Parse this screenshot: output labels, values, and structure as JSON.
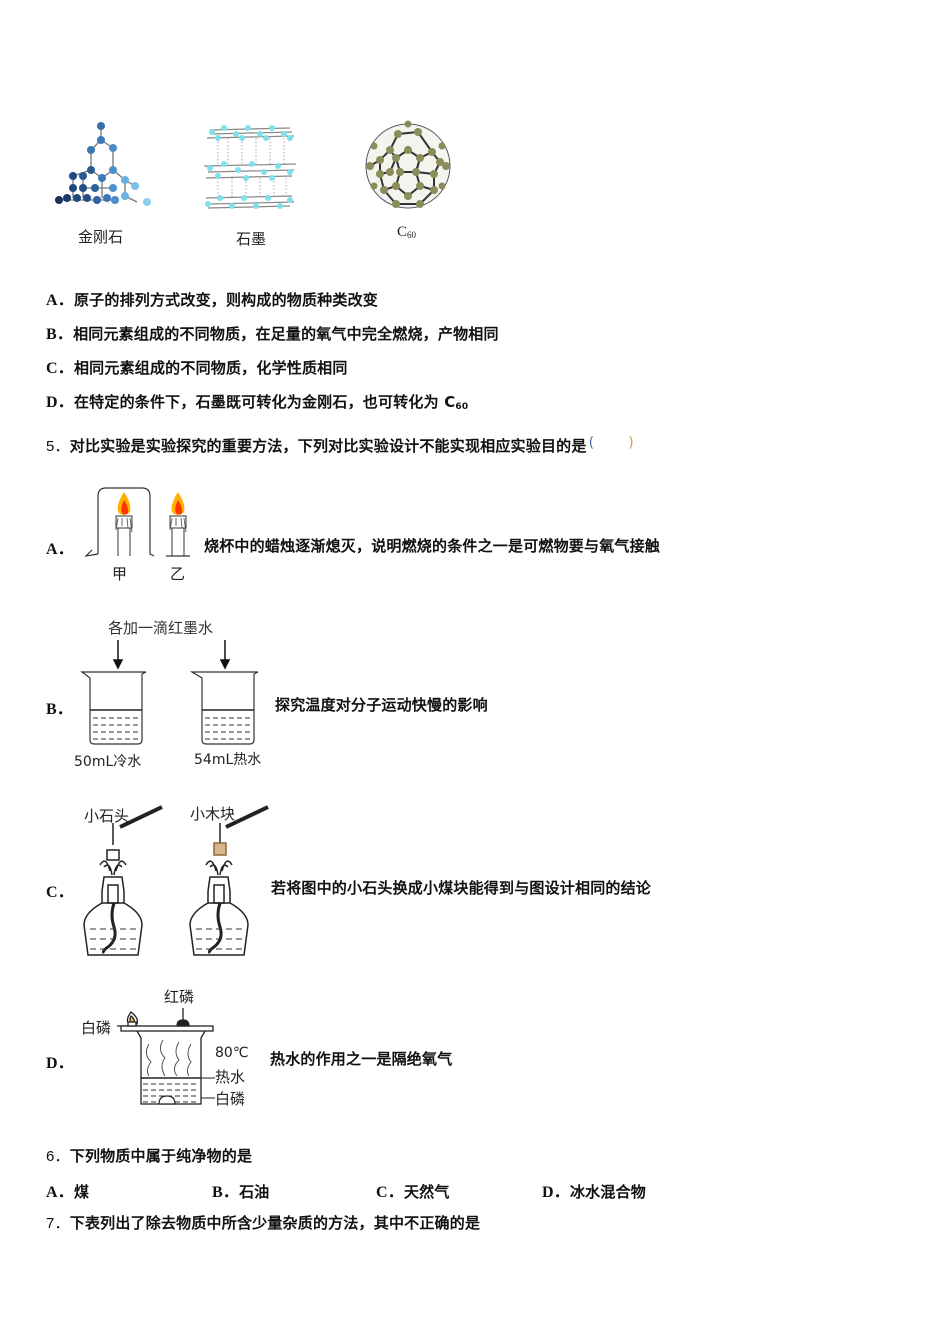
{
  "figure_structures": {
    "items": [
      {
        "label": "金刚石",
        "icon": "diamond-structure"
      },
      {
        "label": "石墨",
        "icon": "graphite-structure"
      },
      {
        "label": "C",
        "subscript": "60",
        "icon": "c60-structure"
      }
    ]
  },
  "question4_options": [
    {
      "letter": "A．",
      "text": "原子的排列方式改变，则构成的物质种类改变"
    },
    {
      "letter": "B．",
      "text": "相同元素组成的不同物质，在足量的氧气中完全燃烧，产物相同"
    },
    {
      "letter": "C．",
      "text": "相同元素组成的不同物质，化学性质相同"
    },
    {
      "letter": "D．",
      "text": "在特定的条件下，石墨既可转化为金刚石，也可转化为 C",
      "subscript": "60"
    }
  ],
  "question5": {
    "number": "5．",
    "stem": "对比实验是实验探究的重要方法，下列对比实验设计不能实现相应实验目的是",
    "paren_open": "(",
    "paren_close": ")",
    "options": [
      {
        "letter": "A．",
        "text": "烧杯中的蜡烛逐渐熄灭，说明燃烧的条件之一是可燃物要与氧气接触",
        "figure_labels": [
          "甲",
          "乙"
        ]
      },
      {
        "letter": "B．",
        "text": "探究温度对分子运动快慢的影响",
        "figure_top_label": "各加一滴红墨水",
        "figure_labels": [
          "50mL冷水",
          "54mL热水"
        ]
      },
      {
        "letter": "C．",
        "text": "若将图中的小石头换成小煤块能得到与图设计相同的结论",
        "figure_labels": [
          "小石头",
          "小木块"
        ]
      },
      {
        "letter": "D．",
        "text": "热水的作用之一是隔绝氧气",
        "figure_labels": {
          "red_p": "红磷",
          "white_p_top": "白磷",
          "temp": "80℃",
          "water": "热水",
          "white_p_bottom": "白磷"
        }
      }
    ]
  },
  "question6": {
    "number": "6．",
    "stem": "下列物质中属于纯净物的是",
    "options": [
      {
        "letter": "A．",
        "text": "煤"
      },
      {
        "letter": "B．",
        "text": "石油"
      },
      {
        "letter": "C．",
        "text": "天然气"
      },
      {
        "letter": "D．",
        "text": "冰水混合物"
      }
    ]
  },
  "question7": {
    "number": "7．",
    "stem": "下表列出了除去物质中所含少量杂质的方法，其中不正确的是"
  }
}
